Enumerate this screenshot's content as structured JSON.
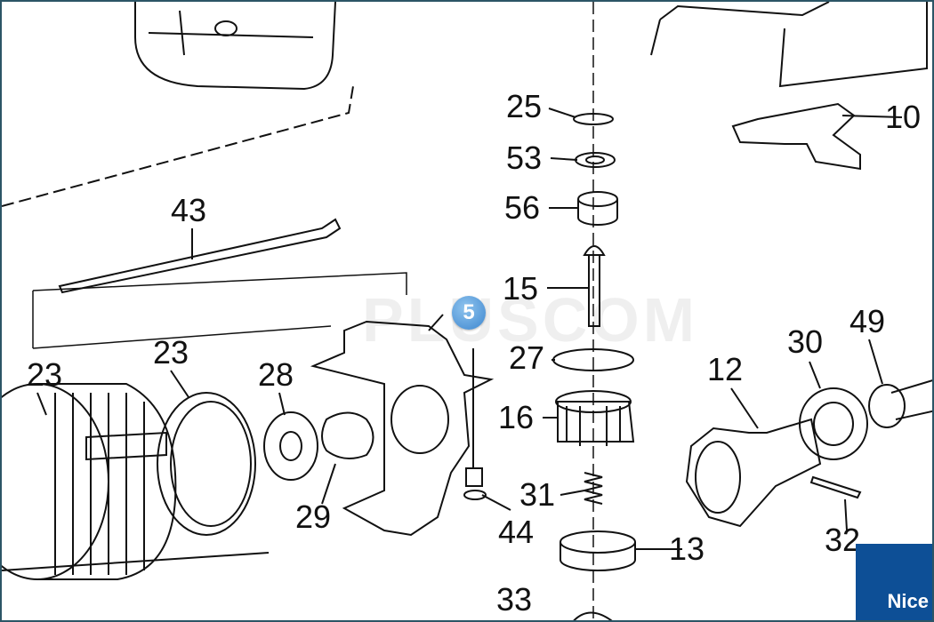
{
  "diagram": {
    "watermark": "PLUSCOM",
    "highlighted_part": "5",
    "part_labels": [
      "25",
      "53",
      "56",
      "10",
      "43",
      "15",
      "27",
      "23",
      "23",
      "28",
      "12",
      "30",
      "49",
      "16",
      "31",
      "29",
      "44",
      "32",
      "13",
      "33"
    ],
    "brand_logo": "Nice",
    "colors": {
      "badge": "#3d86cf",
      "logo_bg": "#0d4f96",
      "frame": "#2c5566"
    }
  }
}
